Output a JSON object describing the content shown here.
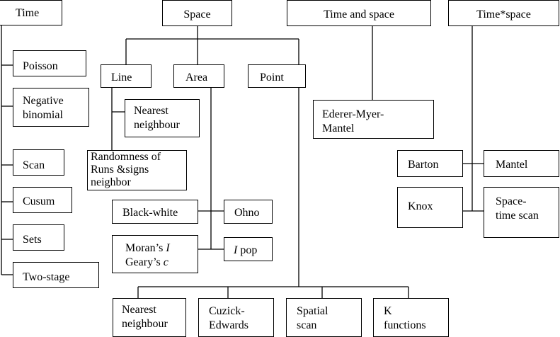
{
  "nodes": {
    "time": "Time",
    "space": "Space",
    "time_and_space": "Time and space",
    "time_star_space": "Time*space",
    "poisson": "Poisson",
    "negative_binomial_1": "Negative",
    "negative_binomial_2": "binomial",
    "scan": "Scan",
    "cusum": "Cusum",
    "sets": "Sets",
    "two_stage": "Two-stage",
    "line": "Line",
    "area": "Area",
    "point": "Point",
    "nn_line_1": "Nearest",
    "nn_line_2": "neighbour",
    "randomness_1": "Randomness of",
    "randomness_2": "Runs &signs",
    "randomness_3": "neighbor",
    "black_white": "Black-white",
    "ohno": "Ohno",
    "moran_prefix": "Moran’s ",
    "moran_italic": "I",
    "geary_prefix": "Geary’s ",
    "geary_italic": "c",
    "ipop_italic": "I",
    "ipop_suffix": " pop",
    "ederer_1": "Ederer-Myer-",
    "ederer_2": "Mantel",
    "barton": "Barton",
    "mantel": "Mantel",
    "knox": "Knox",
    "stscan_1": "Space-",
    "stscan_2": "time scan",
    "nn_point_1": "Nearest",
    "nn_point_2": "neighbour",
    "cuzick_1": "Cuzick-",
    "cuzick_2": "Edwards",
    "spatial_scan_1": "Spatial",
    "spatial_scan_2": "scan",
    "k_1": "K",
    "k_2": "functions"
  }
}
